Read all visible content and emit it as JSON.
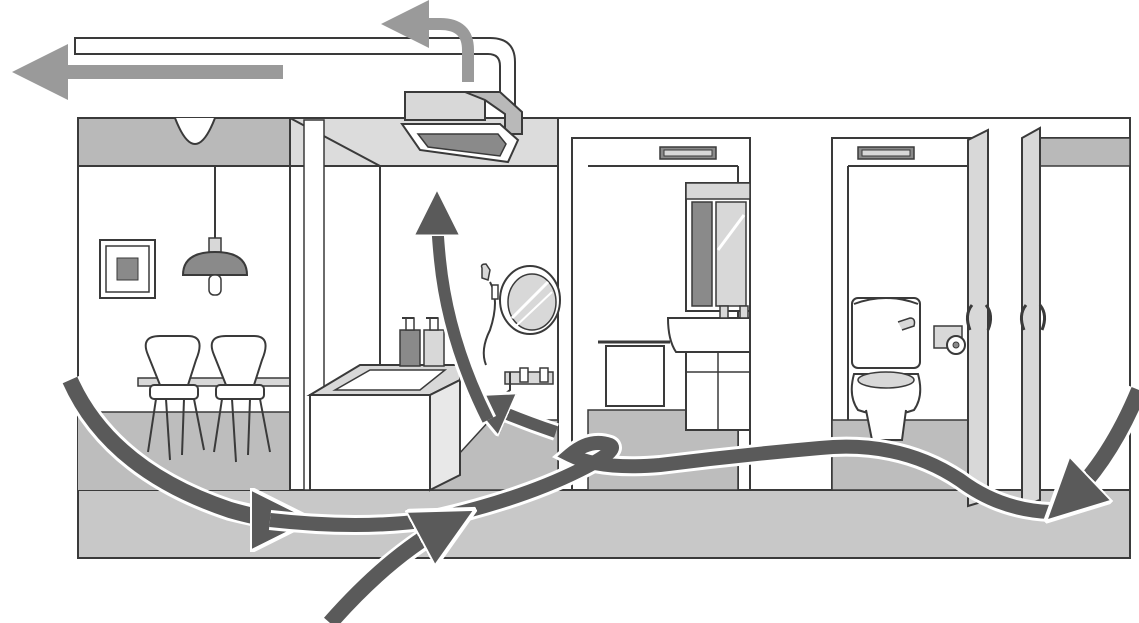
{
  "diagram": {
    "subject": "ventilation-airflow-cross-section",
    "rooms": [
      "dining-room",
      "bathroom",
      "washroom",
      "toilet-room"
    ],
    "colors": {
      "line": "#3a3a3a",
      "wall_fill": "#ffffff",
      "ceiling_band": "#b9b9b9",
      "floor": "#c8c8c8",
      "room_floor": "#bdbdbd",
      "arrow_dark": "#5a5a5a",
      "arrow_light": "#9a9a9a",
      "fixture": "#d8d8d8",
      "fixture_dark": "#8a8a8a"
    }
  }
}
